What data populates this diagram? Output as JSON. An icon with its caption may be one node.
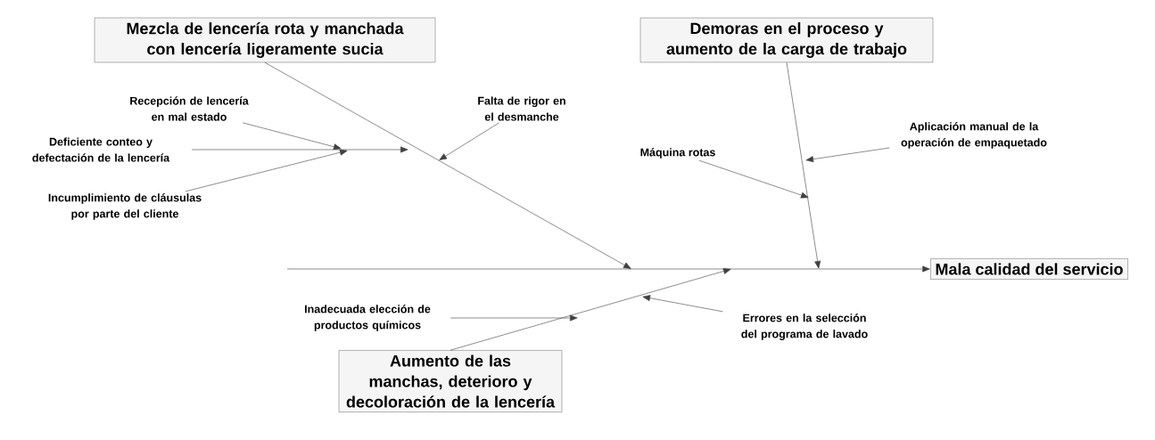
{
  "diagram": {
    "nodes": [
      {
        "text": [
          "Mezcla de lencería rota y manchada con lencería ligeramente sucia"
        ]
      },
      {
        "text": [
          "Recepción de lencería en mal estado"
        ]
      },
      {
        "text": [
          "Deficiente conteo y defectación de la lencería"
        ]
      },
      {
        "text": [
          "Incumplimiento de cláusulas por parte del cliente"
        ]
      },
      {
        "text": [
          "Falta de rigor en el desmanche"
        ]
      },
      {
        "text": [
          "Demoras en el proceso y aumento de la carga de trabajo"
        ]
      },
      {
        "text": [
          "Máquina rotas"
        ]
      },
      {
        "text": [
          "Aplicación manual de la operación de empaquetado"
        ]
      },
      {
        "text": [
          "Mala calidad del servicio"
        ]
      },
      {
        "text": [
          "Inadecuada elección de productos químicos"
        ]
      },
      {
        "text": [
          "Errores en la selección del programa de lavado"
        ]
      },
      {
        "text": [
          "Aumento de las manchas, deterioro y decoloración de la lencería"
        ]
      }
    ],
    "edges": [
      {
        "from": null,
        "to": 8,
        "arrow": "to"
      },
      {
        "from": 0,
        "to": null,
        "arrow": "to"
      },
      {
        "from": 5,
        "to": null,
        "arrow": "to"
      },
      {
        "from": 11,
        "to": null,
        "arrow": "to"
      },
      {
        "from": 1,
        "to": null,
        "arrow": "to"
      },
      {
        "from": 3,
        "to": null,
        "arrow": "to"
      },
      {
        "from": 2,
        "to": null,
        "arrow": "to"
      },
      {
        "from": 4,
        "to": null,
        "arrow": "to"
      },
      {
        "from": 6,
        "to": null,
        "arrow": "to"
      },
      {
        "from": 7,
        "to": null,
        "arrow": "to"
      },
      {
        "from": 9,
        "to": null,
        "arrow": "to"
      },
      {
        "from": 10,
        "to": null,
        "arrow": "to"
      }
    ]
  }
}
